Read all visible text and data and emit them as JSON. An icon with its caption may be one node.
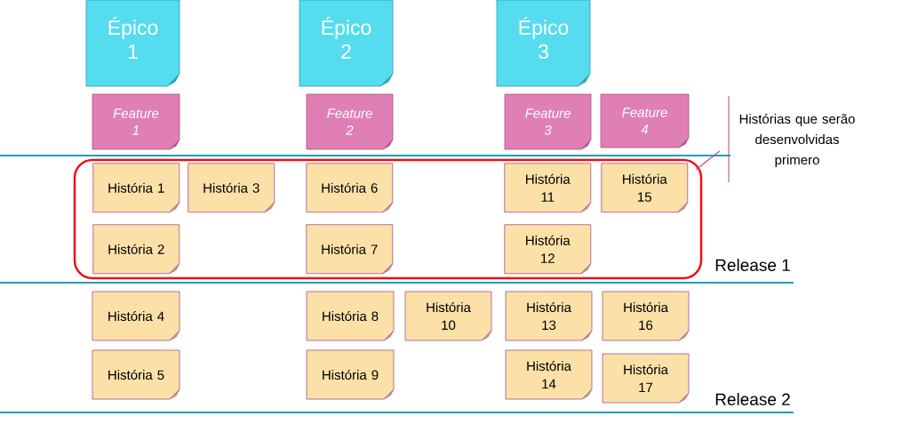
{
  "diagram": {
    "nodes": [
      {
        "text": [
          "Épico 1"
        ]
      },
      {
        "text": [
          "Épico 2"
        ]
      },
      {
        "text": [
          "Épico 3"
        ]
      },
      {
        "text": [
          "Feature 1"
        ]
      },
      {
        "text": [
          "Feature 2"
        ]
      },
      {
        "text": [
          "Feature 3"
        ]
      },
      {
        "text": [
          "Feature 4"
        ]
      },
      {
        "text": [],
        "shape": "box"
      },
      {
        "text": [
          "Histórias que serão desenvolvidas primero"
        ]
      },
      {
        "text": [
          "História 1"
        ],
        "in": 7
      },
      {
        "text": [
          "História 2"
        ],
        "in": 7
      },
      {
        "text": [
          "História 3"
        ],
        "in": 7
      },
      {
        "text": [
          "História 4"
        ]
      },
      {
        "text": [
          "História 5"
        ]
      },
      {
        "text": [
          "História 6"
        ],
        "in": 7
      },
      {
        "text": [
          "História 7"
        ],
        "in": 7
      },
      {
        "text": [
          "História 8"
        ]
      },
      {
        "text": [
          "História 9"
        ]
      },
      {
        "text": [
          "História 10"
        ]
      },
      {
        "text": [
          "História 11"
        ],
        "in": 7
      },
      {
        "text": [
          "História 12"
        ],
        "in": 7
      },
      {
        "text": [
          "História 13"
        ]
      },
      {
        "text": [
          "História 14"
        ]
      },
      {
        "text": [
          "História 15"
        ],
        "in": 7
      },
      {
        "text": [
          "História 16"
        ]
      },
      {
        "text": [
          "História 17"
        ]
      }
    ],
    "edges": [
      {
        "from": 8,
        "to": 7,
        "arrow": "none"
      }
    ],
    "labels": [
      "Release 1",
      "Release 2"
    ]
  }
}
